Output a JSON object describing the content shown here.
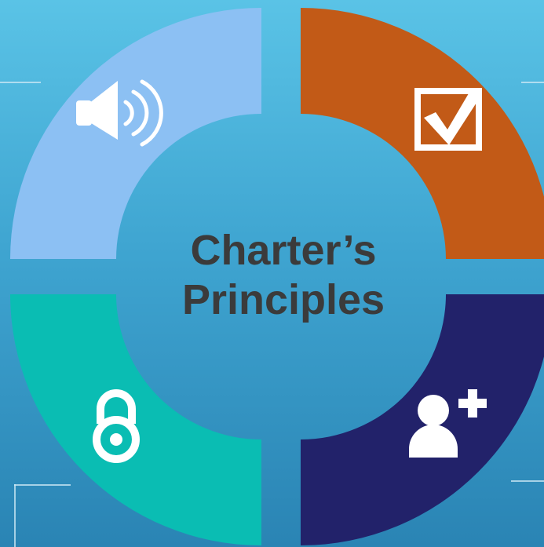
{
  "diagram": {
    "center_title": {
      "line1": "Charter’s",
      "line2": "Principles"
    },
    "quadrants": [
      {
        "id": "top-left",
        "color": "#8cc0f3",
        "icon": "speaker-icon"
      },
      {
        "id": "top-right",
        "color": "#c25a17",
        "icon": "checkbox-icon"
      },
      {
        "id": "bottom-left",
        "color": "#0abdb3",
        "icon": "open-access-icon"
      },
      {
        "id": "bottom-right",
        "color": "#22226a",
        "icon": "add-user-icon"
      }
    ]
  }
}
